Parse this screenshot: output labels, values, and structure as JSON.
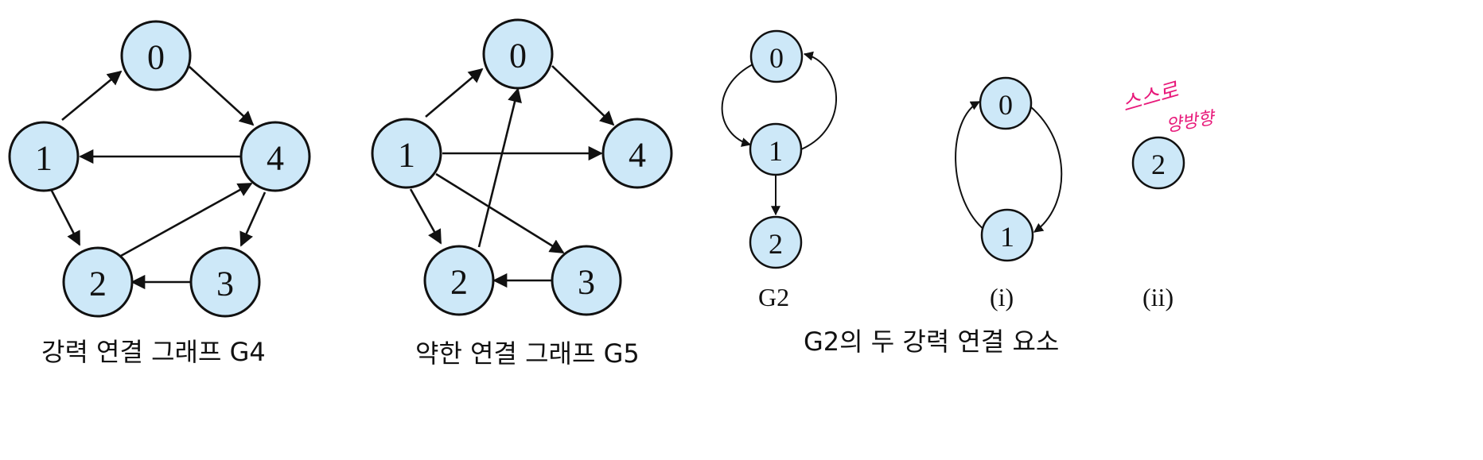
{
  "colors": {
    "node_fill": "#cde8f8",
    "stroke": "#111111",
    "annotation": "#e8197a"
  },
  "g4": {
    "caption": "강력 연결 그래프 G4",
    "nodes": [
      "0",
      "1",
      "2",
      "3",
      "4"
    ],
    "edges": [
      [
        "1",
        "0"
      ],
      [
        "0",
        "4"
      ],
      [
        "4",
        "1"
      ],
      [
        "1",
        "2"
      ],
      [
        "2",
        "4"
      ],
      [
        "4",
        "3"
      ],
      [
        "3",
        "2"
      ]
    ]
  },
  "g5": {
    "caption": "약한 연결 그래프 G5",
    "nodes": [
      "0",
      "1",
      "2",
      "3",
      "4"
    ],
    "edges": [
      [
        "1",
        "0"
      ],
      [
        "0",
        "4"
      ],
      [
        "1",
        "4"
      ],
      [
        "1",
        "2"
      ],
      [
        "1",
        "3"
      ],
      [
        "2",
        "0"
      ],
      [
        "3",
        "2"
      ]
    ]
  },
  "g2": {
    "label": "G2",
    "nodes": [
      "0",
      "1",
      "2"
    ],
    "edges": [
      [
        "0",
        "1"
      ],
      [
        "1",
        "0"
      ],
      [
        "1",
        "2"
      ]
    ]
  },
  "component_i": {
    "label": "(i)",
    "nodes": [
      "0",
      "1"
    ],
    "edges": [
      [
        "0",
        "1"
      ],
      [
        "1",
        "0"
      ]
    ]
  },
  "component_ii": {
    "label": "(ii)",
    "nodes": [
      "2"
    ],
    "annotation_line1": "스스로",
    "annotation_line2": "양방향"
  },
  "components_caption": "G2의 두 강력 연결 요소"
}
